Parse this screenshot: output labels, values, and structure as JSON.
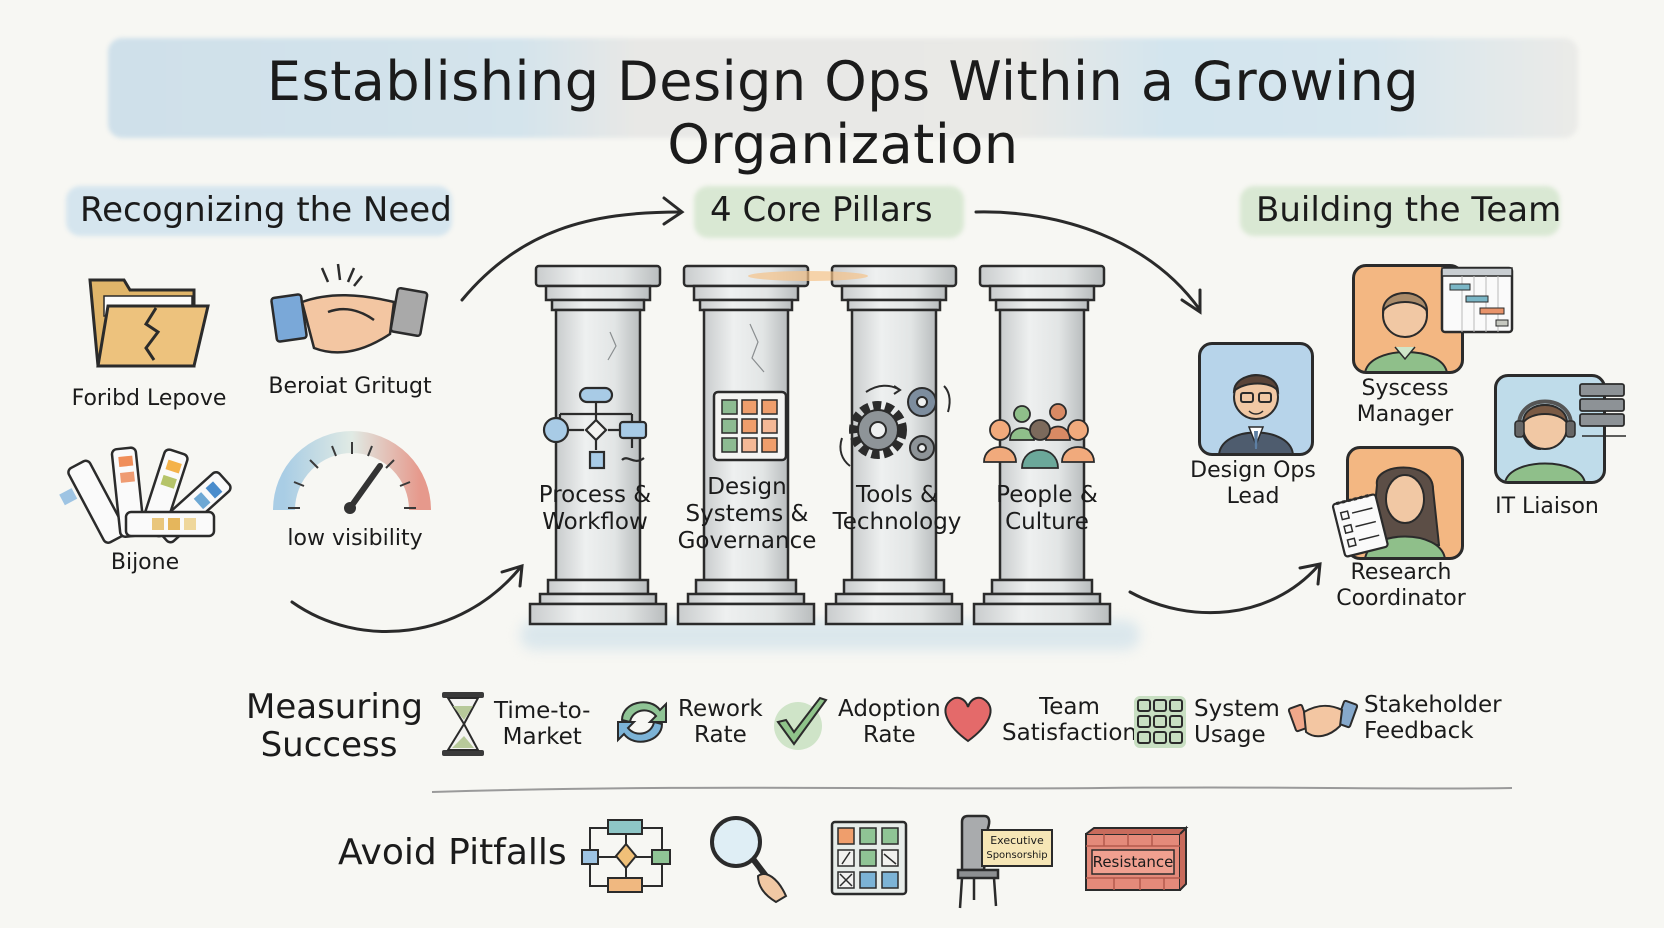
{
  "title": "Establishing Design Ops Within a Growing Organization",
  "sections": {
    "recognizing": {
      "heading": "Recognizing the Need",
      "items": [
        {
          "icon": "broken-folder-icon",
          "label": "Foribd Lepove"
        },
        {
          "icon": "handshake-icon",
          "label": "Beroiat Gritugt"
        },
        {
          "icon": "color-swatches-icon",
          "label": "Bijone"
        },
        {
          "icon": "gauge-icon",
          "label": "low visibility"
        }
      ]
    },
    "pillars": {
      "heading": "4 Core Pillars",
      "items": [
        {
          "icon": "flowchart-icon",
          "label_lines": [
            "Process &",
            "Workflow"
          ]
        },
        {
          "icon": "component-grid-icon",
          "label_lines": [
            "Design",
            "Systems &",
            "Governance"
          ]
        },
        {
          "icon": "gears-icon",
          "label_lines": [
            "Tools &",
            "Technology"
          ]
        },
        {
          "icon": "people-group-icon",
          "label_lines": [
            "People &",
            "Culture"
          ]
        }
      ]
    },
    "team": {
      "heading": "Building the Team",
      "roles": [
        {
          "icon": "manager-avatar-icon",
          "label_lines": [
            "Design Ops",
            "Lead"
          ]
        },
        {
          "icon": "gantt-avatar-icon",
          "label_lines": [
            "Syscess",
            "Manager"
          ]
        },
        {
          "icon": "researcher-avatar-icon",
          "label_lines": [
            "Research",
            "Coordinator"
          ]
        },
        {
          "icon": "headset-avatar-icon",
          "label_lines": [
            "IT Liaison"
          ]
        }
      ]
    },
    "measuring": {
      "heading_lines": [
        "Measuring",
        "Success"
      ],
      "metrics": [
        {
          "icon": "hourglass-icon",
          "label_lines": [
            "Time-to-",
            "Market"
          ]
        },
        {
          "icon": "refresh-cycle-icon",
          "label_lines": [
            "Rework",
            "Rate"
          ]
        },
        {
          "icon": "checkmark-icon",
          "label_lines": [
            "Adoption",
            "Rate"
          ]
        },
        {
          "icon": "heart-icon",
          "label_lines": [
            "Team",
            "Satisfaction"
          ]
        },
        {
          "icon": "grid-icon",
          "label_lines": [
            "System",
            "Usage"
          ]
        },
        {
          "icon": "handshake-icon",
          "label_lines": [
            "Stakeholder",
            "Feedback"
          ]
        }
      ]
    },
    "pitfalls": {
      "heading": "Avoid Pitfalls",
      "items": [
        {
          "icon": "process-loop-icon"
        },
        {
          "icon": "magnifier-icon"
        },
        {
          "icon": "tool-grid-icon"
        },
        {
          "icon": "empty-chair-icon",
          "sign": [
            "Executive",
            "Sponsorship"
          ]
        },
        {
          "icon": "brick-wall-icon",
          "sign": "Resistance"
        }
      ]
    }
  },
  "colors": {
    "background": "#f7f7f3",
    "ink": "#1b1b1b",
    "wash_blue": "#d5e5ee",
    "wash_green": "#d9e8d3",
    "accent_orange": "#eea36f",
    "accent_green": "#8fbf8a",
    "accent_blue": "#8fc0dc",
    "heart_red": "#e46a6a"
  }
}
